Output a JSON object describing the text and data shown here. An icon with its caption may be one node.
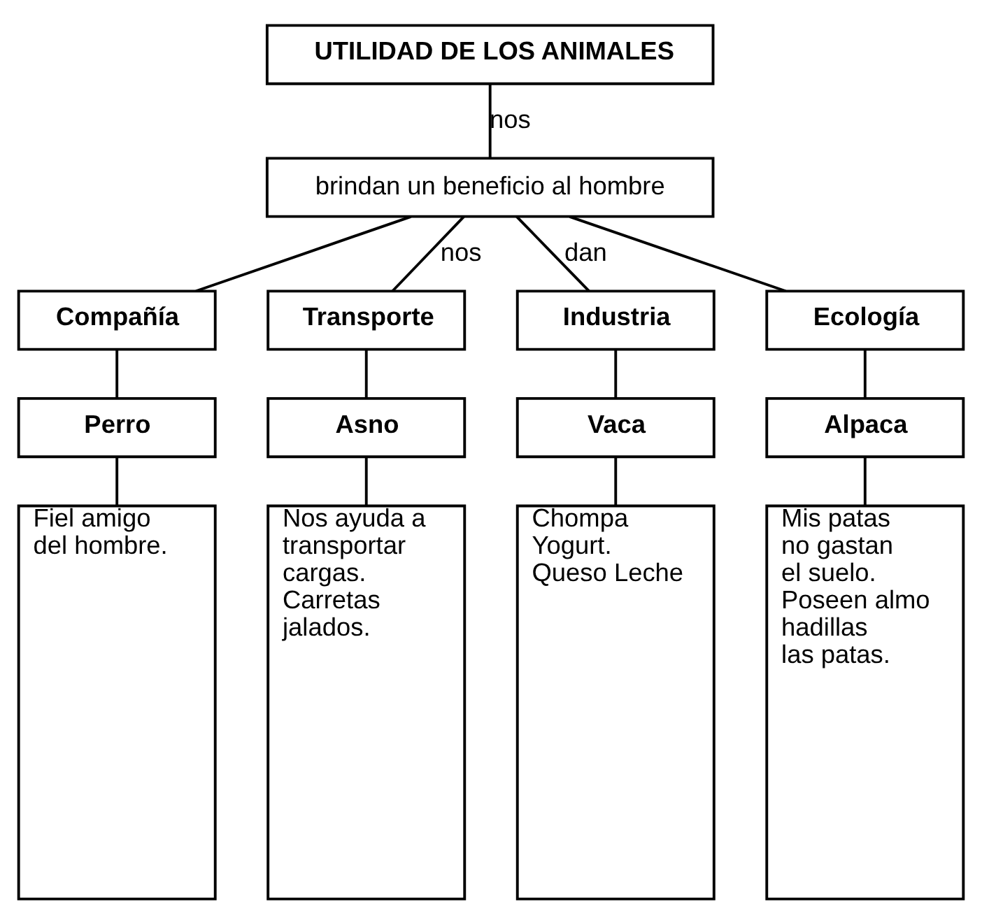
{
  "diagram": {
    "nodes": [
      {
        "text": [
          "UTILIDAD DE LOS ANIMALES"
        ]
      },
      {
        "text": [
          "brindan un beneficio al hombre"
        ]
      },
      {
        "text": [
          "Compañía"
        ]
      },
      {
        "text": [
          "Transporte"
        ]
      },
      {
        "text": [
          "Industria"
        ]
      },
      {
        "text": [
          "Ecología"
        ]
      },
      {
        "text": [
          "Perro"
        ]
      },
      {
        "text": [
          "Asno"
        ]
      },
      {
        "text": [
          "Vaca"
        ]
      },
      {
        "text": [
          "Alpaca"
        ]
      },
      {
        "text": [
          "Fiel amigo del hombre."
        ]
      },
      {
        "text": [
          "Nos ayuda a transportar cargas. Carretas jalados."
        ]
      },
      {
        "text": [
          "Chompa Yogurt. Queso Leche"
        ]
      },
      {
        "text": [
          "Mis patas no gastan el suelo. Poseen almohadillas las patas."
        ]
      }
    ],
    "edges": [
      {
        "from": 0,
        "to": 1,
        "arrow": "none",
        "label": "nos"
      },
      {
        "from": 1,
        "to": 2,
        "arrow": "none"
      },
      {
        "from": 1,
        "to": 3,
        "arrow": "none",
        "label": "nos"
      },
      {
        "from": 1,
        "to": 4,
        "arrow": "none",
        "label": "dan"
      },
      {
        "from": 1,
        "to": 5,
        "arrow": "none"
      },
      {
        "from": 2,
        "to": 6,
        "arrow": "none"
      },
      {
        "from": 3,
        "to": 7,
        "arrow": "none"
      },
      {
        "from": 4,
        "to": 8,
        "arrow": "none"
      },
      {
        "from": 5,
        "to": 9,
        "arrow": "none"
      },
      {
        "from": 6,
        "to": 10,
        "arrow": "none"
      },
      {
        "from": 7,
        "to": 11,
        "arrow": "none"
      },
      {
        "from": 8,
        "to": 12,
        "arrow": "none"
      },
      {
        "from": 9,
        "to": 13,
        "arrow": "none"
      }
    ]
  }
}
